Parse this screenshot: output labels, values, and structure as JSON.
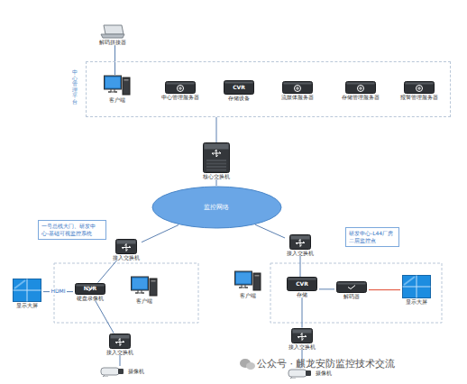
{
  "diagram": {
    "nodes": [
      {
        "text": [
          "中心管理平台"
        ]
      },
      {
        "text": [
          "解码拼接器"
        ]
      },
      {
        "text": [
          "客户端"
        ],
        "in": 0
      },
      {
        "text": [
          "中心管理服务器"
        ],
        "in": 0
      },
      {
        "text": [
          "CVR",
          "存储设备"
        ],
        "in": 0
      },
      {
        "text": [
          "流媒体服务器"
        ],
        "in": 0
      },
      {
        "text": [
          "存储管理服务器"
        ],
        "in": 0
      },
      {
        "text": [
          "报警管理服务器"
        ],
        "in": 0
      },
      {
        "text": [
          "核心交换机"
        ]
      },
      {
        "text": [
          "监控网络"
        ]
      },
      {
        "text": [
          "一号总线大门、研发中心-基础可视监控系统"
        ]
      },
      {
        "text": [
          "研发中心-L44厂房二层监控点"
        ]
      },
      {
        "text": [
          "接入交换机"
        ]
      },
      {
        "text": [
          "接入交换机"
        ]
      },
      {
        "text": [
          "显示大屏"
        ]
      },
      {
        "text": [
          "NVR",
          "硬盘录像机"
        ]
      },
      {
        "text": [
          "客户端"
        ]
      },
      {
        "text": [
          "客户端"
        ]
      },
      {
        "text": [
          "CVR",
          "存储"
        ]
      },
      {
        "text": [
          "解码器"
        ]
      },
      {
        "text": [
          "显示大屏"
        ]
      },
      {
        "text": [
          "接入交换机"
        ]
      },
      {
        "text": [
          "接入交换机"
        ]
      },
      {
        "text": [
          "摄像机"
        ]
      },
      {
        "text": [
          "摄像机"
        ]
      }
    ],
    "edges": [
      {
        "from": 1,
        "to": 2,
        "arrow": "none"
      },
      {
        "from": 0,
        "to": 8,
        "arrow": "none"
      },
      {
        "from": 8,
        "to": 9,
        "arrow": "none"
      },
      {
        "from": 9,
        "to": 12,
        "arrow": "none"
      },
      {
        "from": 9,
        "to": 13,
        "arrow": "none"
      },
      {
        "from": 12,
        "to": 15,
        "arrow": "none"
      },
      {
        "from": 15,
        "to": 14,
        "label": "HDMI",
        "arrow": "none"
      },
      {
        "from": 15,
        "to": 21,
        "arrow": "none"
      },
      {
        "from": 21,
        "to": 23,
        "arrow": "none"
      },
      {
        "from": 13,
        "to": 18,
        "arrow": "none"
      },
      {
        "from": 18,
        "to": 19,
        "arrow": "none"
      },
      {
        "from": 19,
        "to": 20,
        "arrow": "none"
      },
      {
        "from": 18,
        "to": 22,
        "arrow": "none"
      },
      {
        "from": 22,
        "to": 24,
        "arrow": "none"
      }
    ],
    "labels": [
      "公众号 · 麒龙安防监控技术交流"
    ]
  }
}
